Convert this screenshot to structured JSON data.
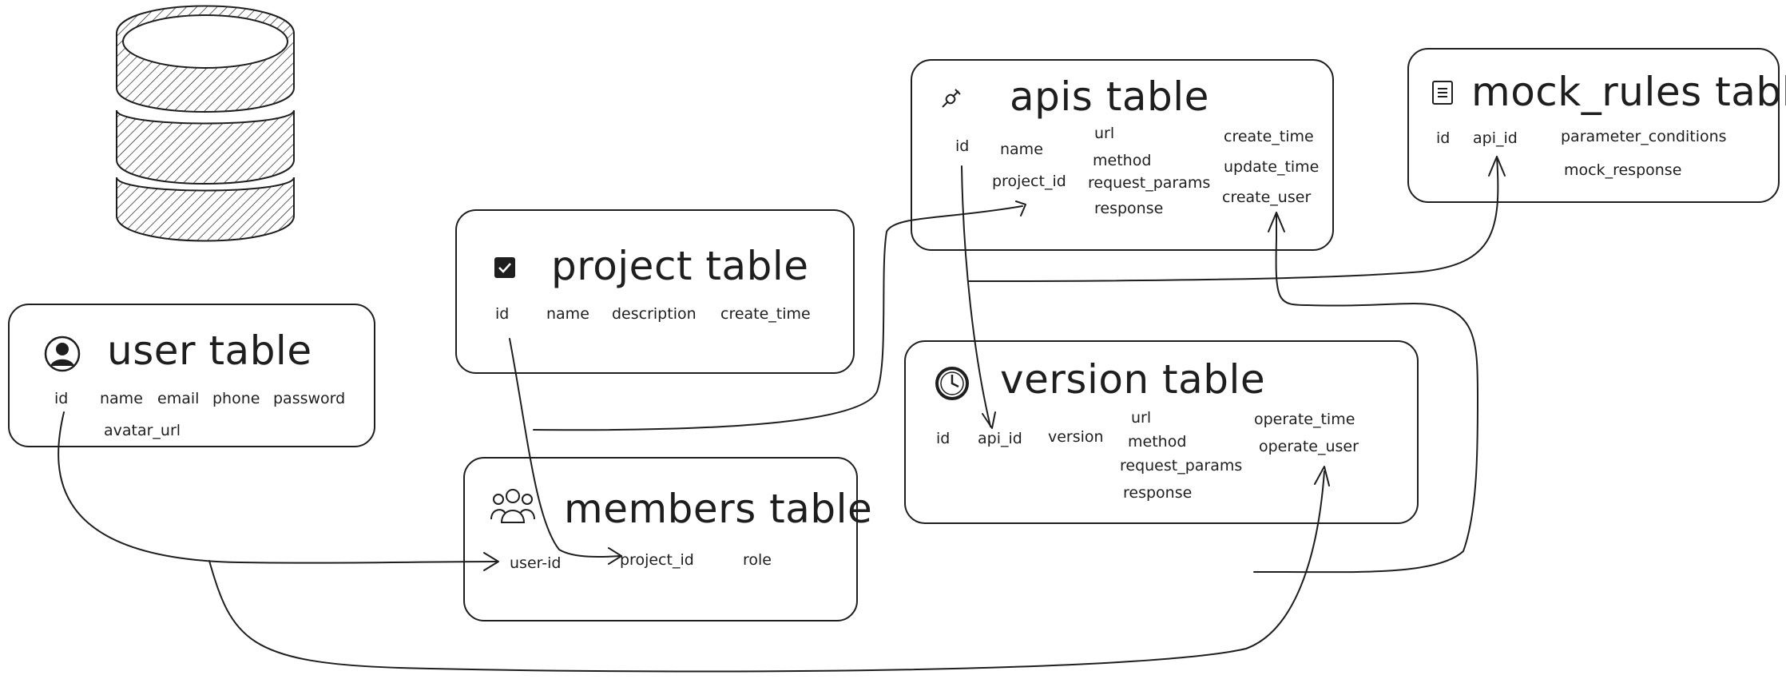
{
  "tables": {
    "user": {
      "title": "user table",
      "icon": "user-circle-icon",
      "fields": [
        "id",
        "name",
        "email",
        "phone",
        "password",
        "avatar_url"
      ]
    },
    "project": {
      "title": "project table",
      "icon": "checkbox-icon",
      "fields": [
        "id",
        "name",
        "description",
        "create_time"
      ]
    },
    "members": {
      "title": "members table",
      "icon": "users-group-icon",
      "fields": [
        "user-id",
        "project_id",
        "role"
      ]
    },
    "apis": {
      "title": "apis table",
      "icon": "plug-icon",
      "fields": [
        "id",
        "name",
        "project_id",
        "url",
        "method",
        "request_params",
        "response",
        "create_time",
        "update_time",
        "create_user"
      ]
    },
    "version": {
      "title": "version table",
      "icon": "clock-icon",
      "fields": [
        "id",
        "api_id",
        "version",
        "url",
        "method",
        "request_params",
        "response",
        "operate_time",
        "operate_user"
      ]
    },
    "mock_rules": {
      "title": "mock_rules table",
      "icon": "document-icon",
      "fields": [
        "id",
        "api_id",
        "parameter_conditions",
        "mock_response"
      ]
    }
  },
  "relations": [
    {
      "from": "user.id",
      "to": "members.user-id"
    },
    {
      "from": "user.id",
      "to": "version.operate_user"
    },
    {
      "from": "project.id",
      "to": "members.project_id"
    },
    {
      "from": "project.id",
      "to": "apis.project_id"
    },
    {
      "from": "apis.id",
      "to": "version.api_id"
    },
    {
      "from": "apis.id",
      "to": "mock_rules.api_id"
    },
    {
      "from": "version.operate_user",
      "to": "apis.create_user"
    }
  ],
  "colors": {
    "stroke": "#1e1e1e",
    "background": "#ffffff"
  },
  "decorations": {
    "database": "database-cylinder-icon"
  }
}
